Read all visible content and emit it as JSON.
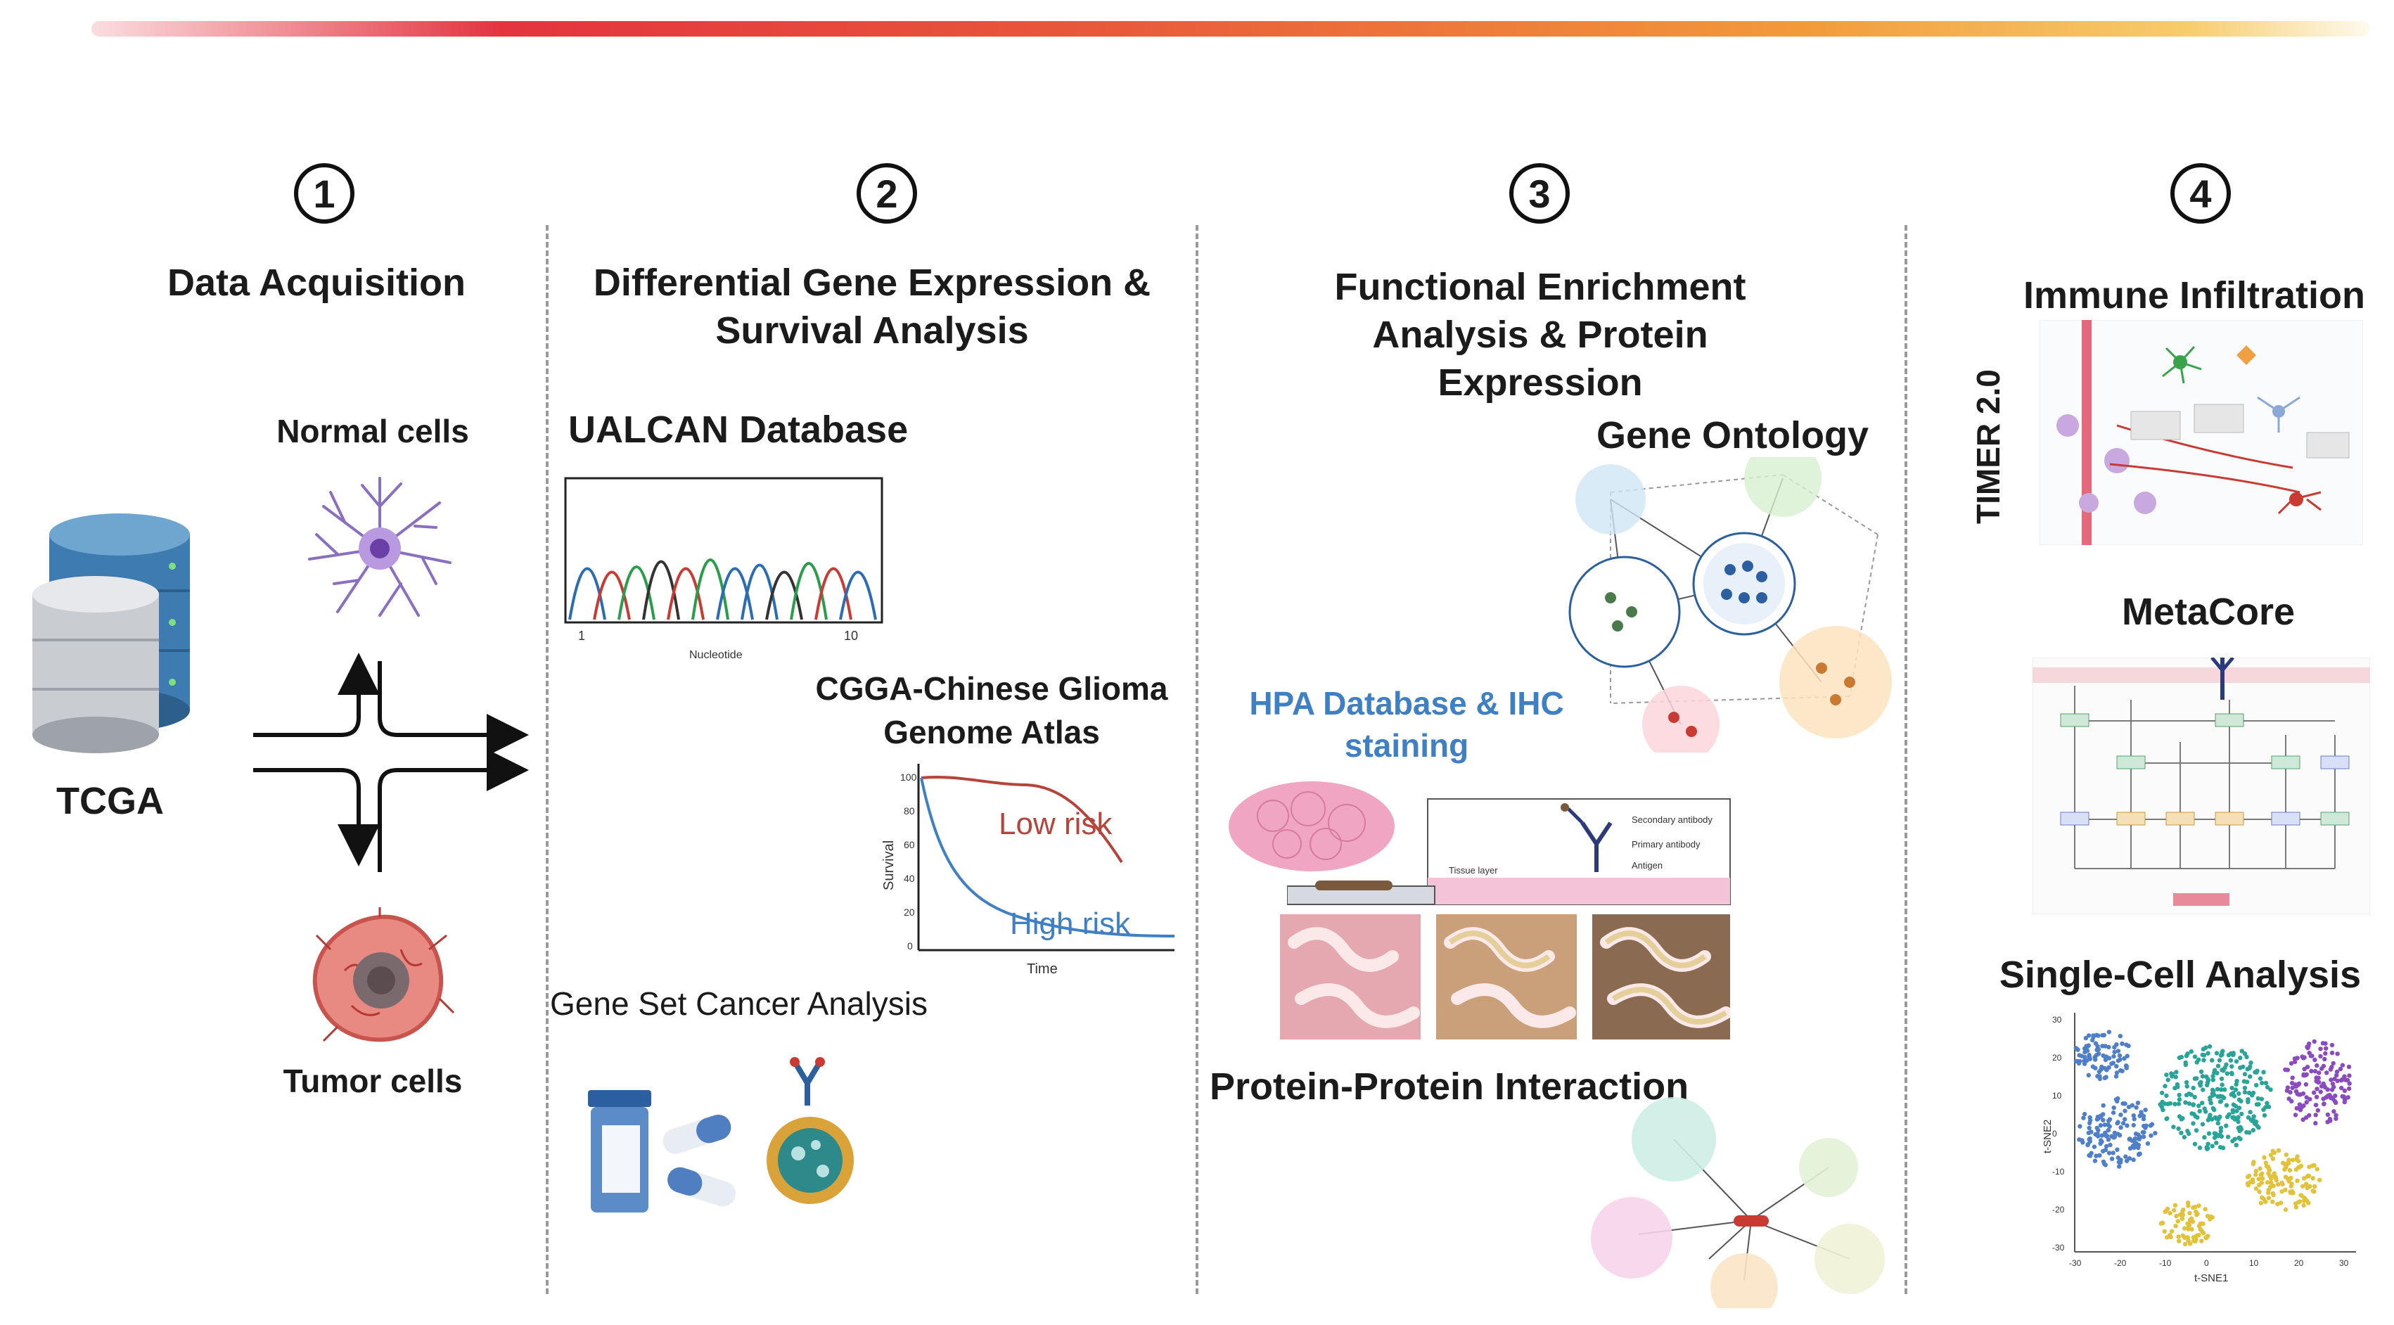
{
  "steps": [
    {
      "number": "1",
      "title": "Data Acquisition"
    },
    {
      "number": "2",
      "title_line1": "Differential Gene Expression &",
      "title_line2": "Survival Analysis"
    },
    {
      "number": "3",
      "title_line1": "Functional Enrichment",
      "title_line2": "Analysis & Protein",
      "title_line3": "Expression"
    },
    {
      "number": "4"
    }
  ],
  "panel1": {
    "normal_cells": "Normal cells",
    "tumor_cells": "Tumor cells",
    "database": "TCGA"
  },
  "panel2": {
    "ualcan": "UALCAN Database",
    "nucleotide_axis": "Nucleotide",
    "tick_start": "1",
    "tick_end": "10",
    "cgga_line1": "CGGA-Chinese Glioma",
    "cgga_line2": "Genome Atlas",
    "survival_ylabel": "Survival",
    "survival_xlabel": "Time",
    "survival_yticks": [
      "100",
      "80",
      "60",
      "40",
      "20",
      "0"
    ],
    "low_risk": "Low risk",
    "high_risk": "High risk",
    "gsca": "Gene Set Cancer Analysis"
  },
  "panel3": {
    "gene_ontology": "Gene Ontology",
    "hpa_line1": "HPA Database & IHC",
    "hpa_line2": "staining",
    "ppi": "Protein-Protein Interaction",
    "ihc_labels": [
      "Secondary antibody",
      "Primary antibody",
      "Antigen",
      "Tissue layer"
    ],
    "colors": {
      "hpa": "#3f7fc4"
    }
  },
  "panel4": {
    "immune": "Immune Infiltration",
    "timer": "TIMER 2.0",
    "metacore": "MetaCore",
    "single_cell": "Single-Cell Analysis",
    "tsne_x": "t-SNE1",
    "tsne_y": "t-SNE2",
    "tsne_xticks": [
      "-30",
      "-20",
      "-10",
      "0",
      "10",
      "20",
      "30"
    ],
    "tsne_yticks": [
      "30",
      "20",
      "10",
      "0",
      "-10",
      "-20",
      "-30"
    ]
  },
  "colors": {
    "curve_low_risk": "#b5453b",
    "curve_high_risk": "#3f7fc4",
    "cluster_blue": "#4f7fc8",
    "cluster_teal": "#2aa399",
    "cluster_purple": "#8a4bc0",
    "cluster_yellow": "#e2c23a"
  }
}
